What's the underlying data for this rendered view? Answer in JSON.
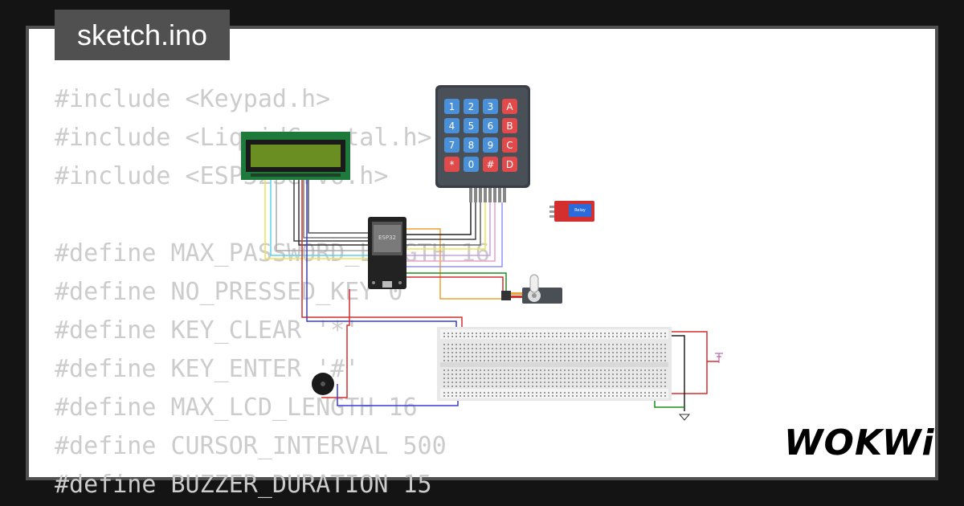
{
  "tab": {
    "title": "sketch.ino"
  },
  "code_lines": [
    "#include <Keypad.h>",
    "#include <LiquidCrystal.h>",
    "#include <ESP32Servo.h>",
    "",
    "#define MAX_PASSWORD_LENGTH 16",
    "#define NO_PRESSED_KEY 0",
    "#define KEY_CLEAR '*'",
    "#define KEY_ENTER '#'",
    "#define MAX_LCD_LENGTH 16",
    "#define CURSOR_INTERVAL 500",
    "#define BUZZER_DURATION 15"
  ],
  "keypad": {
    "keys": [
      "1",
      "2",
      "3",
      "A",
      "4",
      "5",
      "6",
      "B",
      "7",
      "8",
      "9",
      "C",
      "*",
      "0",
      "#",
      "D"
    ]
  },
  "esp32": {
    "label": "ESP32"
  },
  "relay": {
    "label": "Relay"
  },
  "brand": {
    "logo": "WOKWi"
  },
  "colors": {
    "key_blue": "#4a90d9",
    "key_red": "#e04a4a",
    "lcd_green": "#6b8e23",
    "board_red": "#d32f2f"
  }
}
